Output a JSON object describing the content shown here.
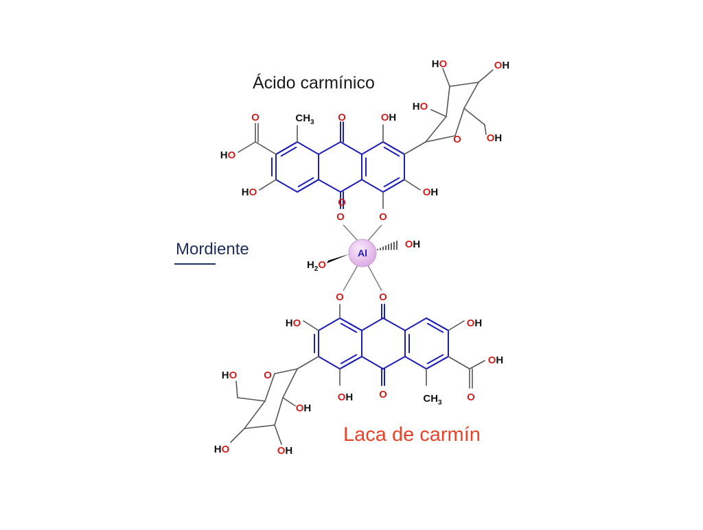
{
  "labels": {
    "top_title": "Ácido carmínico",
    "bottom_title": "Laca de carmín",
    "mordant": "Mordiente"
  },
  "atoms": {
    "oxygen": "O",
    "hydrogen": "H",
    "carbon": "C",
    "subscript_3": "3",
    "subscript_2": "2",
    "metal": "Al"
  },
  "colors": {
    "ring_bonds": "#1d1db8",
    "chain_bonds": "#555555",
    "oxygen": "#d11f1f",
    "text": "#111111",
    "metal_fill": "#e9c6ef",
    "title_bottom": "#e8432a",
    "mordant_label": "#1f2e5c"
  }
}
